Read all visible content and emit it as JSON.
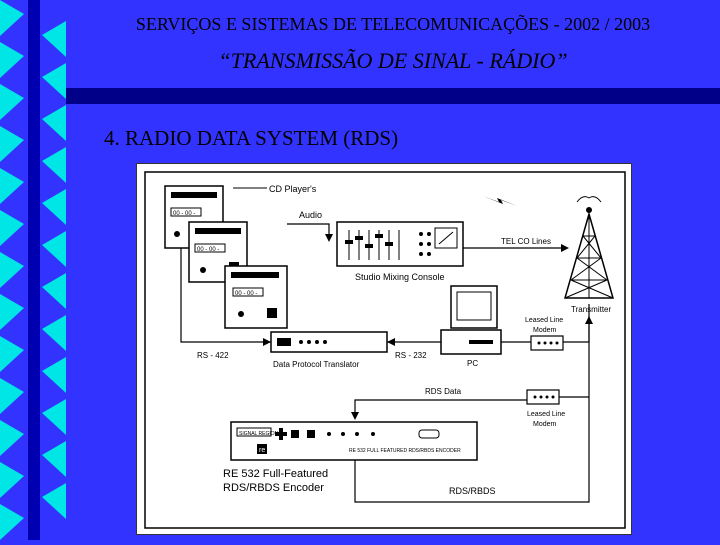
{
  "header": {
    "title": "SERVIÇOS  E SISTEMAS DE TELECOMUNICAÇÕES - 2002 / 2003",
    "subtitle": "“TRANSMISSÃO DE SINAL - RÁDIO”"
  },
  "section": {
    "heading": "4. RADIO DATA SYSTEM (RDS)"
  },
  "diagram": {
    "cd_players": "CD Player's",
    "audio": "Audio",
    "tel_co_lines": "TEL CO Lines",
    "studio_mixing_console": "Studio Mixing Console",
    "transmitter": "Transmitter",
    "leased_line_modem_1": "Leased Line\nModem",
    "leased_line_modem_2": "Leased Line\nModem",
    "rs422": "RS - 422",
    "rs232": "RS - 232",
    "data_protocol_translator": "Data Protocol Translator",
    "pc": "PC",
    "rds_data": "RDS Data",
    "rds_rbds": "RDS/RBDS",
    "encoder_caption_1": "RE 532 Full-Featured",
    "encoder_caption_2": "RDS/RBDS Encoder",
    "encoder_brand": "SIGNAL  REGION",
    "encoder_model": "RE 532  FULL FEATURED  RDS/RBDS ENCODER",
    "cd_display_1": "00 - 00 -",
    "cd_display_2": "00 - 00 -",
    "cd_display_3": "00 - 00 -",
    "encoder_logo": "re"
  }
}
